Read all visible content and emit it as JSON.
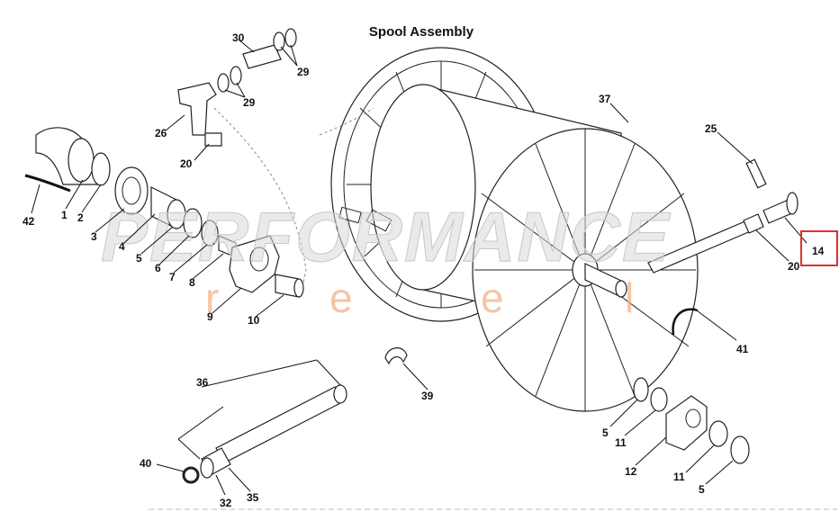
{
  "title": "Spool Assembly",
  "watermark": {
    "brand": "PERFORMANCE",
    "sub": [
      "r",
      "e",
      "e",
      "l"
    ]
  },
  "labels": [
    {
      "id": "l30",
      "text": "30"
    },
    {
      "id": "l29a",
      "text": "29"
    },
    {
      "id": "l29b",
      "text": "29"
    },
    {
      "id": "l26",
      "text": "26"
    },
    {
      "id": "l20a",
      "text": "20"
    },
    {
      "id": "l42",
      "text": "42"
    },
    {
      "id": "l1",
      "text": "1"
    },
    {
      "id": "l2",
      "text": "2"
    },
    {
      "id": "l3",
      "text": "3"
    },
    {
      "id": "l4",
      "text": "4"
    },
    {
      "id": "l5a",
      "text": "5"
    },
    {
      "id": "l6",
      "text": "6"
    },
    {
      "id": "l7",
      "text": "7"
    },
    {
      "id": "l8",
      "text": "8"
    },
    {
      "id": "l9",
      "text": "9"
    },
    {
      "id": "l10",
      "text": "10"
    },
    {
      "id": "l37",
      "text": "37"
    },
    {
      "id": "l25",
      "text": "25"
    },
    {
      "id": "l14",
      "text": "14"
    },
    {
      "id": "l20b",
      "text": "20"
    },
    {
      "id": "l41",
      "text": "41"
    },
    {
      "id": "l39",
      "text": "39"
    },
    {
      "id": "l36",
      "text": "36"
    },
    {
      "id": "l40",
      "text": "40"
    },
    {
      "id": "l32",
      "text": "32"
    },
    {
      "id": "l35",
      "text": "35"
    },
    {
      "id": "l5b",
      "text": "5"
    },
    {
      "id": "l11a",
      "text": "11"
    },
    {
      "id": "l12",
      "text": "12"
    },
    {
      "id": "l11b",
      "text": "11"
    },
    {
      "id": "l5c",
      "text": "5"
    }
  ],
  "highlight": {
    "label": "14",
    "color": "#e0302a"
  }
}
